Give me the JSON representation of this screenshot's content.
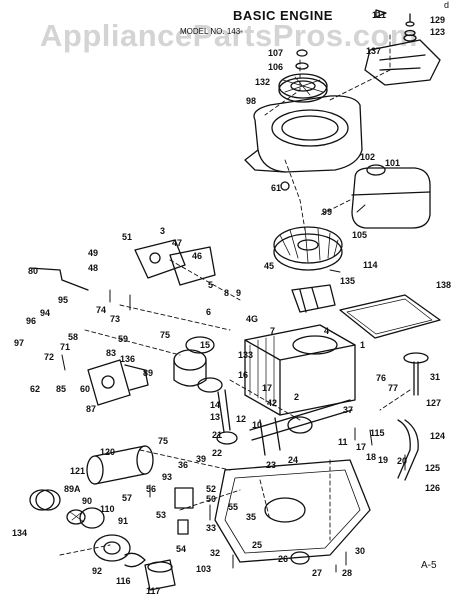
{
  "diagram": {
    "title": "BASIC ENGINE",
    "model_line": "MODEL NO. 143-",
    "watermark": "AppliancePartsPros.com",
    "page_code": "A-5",
    "corner_mark": "d"
  },
  "callouts": [
    {
      "id": "111",
      "text": "111"
    },
    {
      "id": "129",
      "text": "129"
    },
    {
      "id": "123",
      "text": "123"
    },
    {
      "id": "137",
      "text": "137"
    },
    {
      "id": "107",
      "text": "107"
    },
    {
      "id": "106",
      "text": "106"
    },
    {
      "id": "132",
      "text": "132"
    },
    {
      "id": "98",
      "text": "98"
    },
    {
      "id": "102",
      "text": "102"
    },
    {
      "id": "101",
      "text": "101"
    },
    {
      "id": "61",
      "text": "61"
    },
    {
      "id": "99",
      "text": "99"
    },
    {
      "id": "105",
      "text": "105"
    },
    {
      "id": "114",
      "text": "114"
    },
    {
      "id": "3",
      "text": "3"
    },
    {
      "id": "51",
      "text": "51"
    },
    {
      "id": "47",
      "text": "47"
    },
    {
      "id": "46",
      "text": "46"
    },
    {
      "id": "49",
      "text": "49"
    },
    {
      "id": "48",
      "text": "48"
    },
    {
      "id": "45",
      "text": "45"
    },
    {
      "id": "135",
      "text": "135"
    },
    {
      "id": "80",
      "text": "80"
    },
    {
      "id": "95",
      "text": "95"
    },
    {
      "id": "94",
      "text": "94"
    },
    {
      "id": "74",
      "text": "74"
    },
    {
      "id": "96",
      "text": "96"
    },
    {
      "id": "73",
      "text": "73"
    },
    {
      "id": "5",
      "text": "5"
    },
    {
      "id": "8",
      "text": "8"
    },
    {
      "id": "9",
      "text": "9"
    },
    {
      "id": "138",
      "text": "138"
    },
    {
      "id": "97",
      "text": "97"
    },
    {
      "id": "71",
      "text": "71"
    },
    {
      "id": "58",
      "text": "58"
    },
    {
      "id": "59",
      "text": "59"
    },
    {
      "id": "6",
      "text": "6"
    },
    {
      "id": "4G",
      "text": "4G"
    },
    {
      "id": "7",
      "text": "7"
    },
    {
      "id": "4",
      "text": "4"
    },
    {
      "id": "72",
      "text": "72"
    },
    {
      "id": "83",
      "text": "83"
    },
    {
      "id": "136",
      "text": "136"
    },
    {
      "id": "75",
      "text": "75"
    },
    {
      "id": "15",
      "text": "15"
    },
    {
      "id": "133",
      "text": "133"
    },
    {
      "id": "1",
      "text": "1"
    },
    {
      "id": "62",
      "text": "62"
    },
    {
      "id": "85",
      "text": "85"
    },
    {
      "id": "60",
      "text": "60"
    },
    {
      "id": "89",
      "text": "89"
    },
    {
      "id": "16",
      "text": "16"
    },
    {
      "id": "31",
      "text": "31"
    },
    {
      "id": "76",
      "text": "76"
    },
    {
      "id": "77",
      "text": "77"
    },
    {
      "id": "87",
      "text": "87"
    },
    {
      "id": "17",
      "text": "17"
    },
    {
      "id": "2",
      "text": "2"
    },
    {
      "id": "14",
      "text": "14"
    },
    {
      "id": "42",
      "text": "42"
    },
    {
      "id": "37",
      "text": "37"
    },
    {
      "id": "127",
      "text": "127"
    },
    {
      "id": "13",
      "text": "13"
    },
    {
      "id": "115",
      "text": "115"
    },
    {
      "id": "124",
      "text": "124"
    },
    {
      "id": "12",
      "text": "12"
    },
    {
      "id": "75b",
      "text": "75"
    },
    {
      "id": "10",
      "text": "10"
    },
    {
      "id": "21",
      "text": "21"
    },
    {
      "id": "11",
      "text": "11"
    },
    {
      "id": "120",
      "text": "120"
    },
    {
      "id": "22",
      "text": "22"
    },
    {
      "id": "39",
      "text": "39"
    },
    {
      "id": "36",
      "text": "36"
    },
    {
      "id": "23",
      "text": "23"
    },
    {
      "id": "17b",
      "text": "17"
    },
    {
      "id": "18",
      "text": "18"
    },
    {
      "id": "19",
      "text": "19"
    },
    {
      "id": "20",
      "text": "20"
    },
    {
      "id": "125",
      "text": "125"
    },
    {
      "id": "121",
      "text": "121"
    },
    {
      "id": "93",
      "text": "93"
    },
    {
      "id": "24",
      "text": "24"
    },
    {
      "id": "89A",
      "text": "89A"
    },
    {
      "id": "56",
      "text": "56"
    },
    {
      "id": "57",
      "text": "57"
    },
    {
      "id": "52",
      "text": "52"
    },
    {
      "id": "50",
      "text": "50"
    },
    {
      "id": "126",
      "text": "126"
    },
    {
      "id": "90",
      "text": "90"
    },
    {
      "id": "110",
      "text": "110"
    },
    {
      "id": "55",
      "text": "55"
    },
    {
      "id": "35",
      "text": "35"
    },
    {
      "id": "53",
      "text": "53"
    },
    {
      "id": "134",
      "text": "134"
    },
    {
      "id": "91",
      "text": "91"
    },
    {
      "id": "33",
      "text": "33"
    },
    {
      "id": "54",
      "text": "54"
    },
    {
      "id": "25",
      "text": "25"
    },
    {
      "id": "32",
      "text": "32"
    },
    {
      "id": "26",
      "text": "26"
    },
    {
      "id": "30",
      "text": "30"
    },
    {
      "id": "92",
      "text": "92"
    },
    {
      "id": "116",
      "text": "116"
    },
    {
      "id": "103",
      "text": "103"
    },
    {
      "id": "27",
      "text": "27"
    },
    {
      "id": "28",
      "text": "28"
    },
    {
      "id": "117",
      "text": "117"
    }
  ]
}
